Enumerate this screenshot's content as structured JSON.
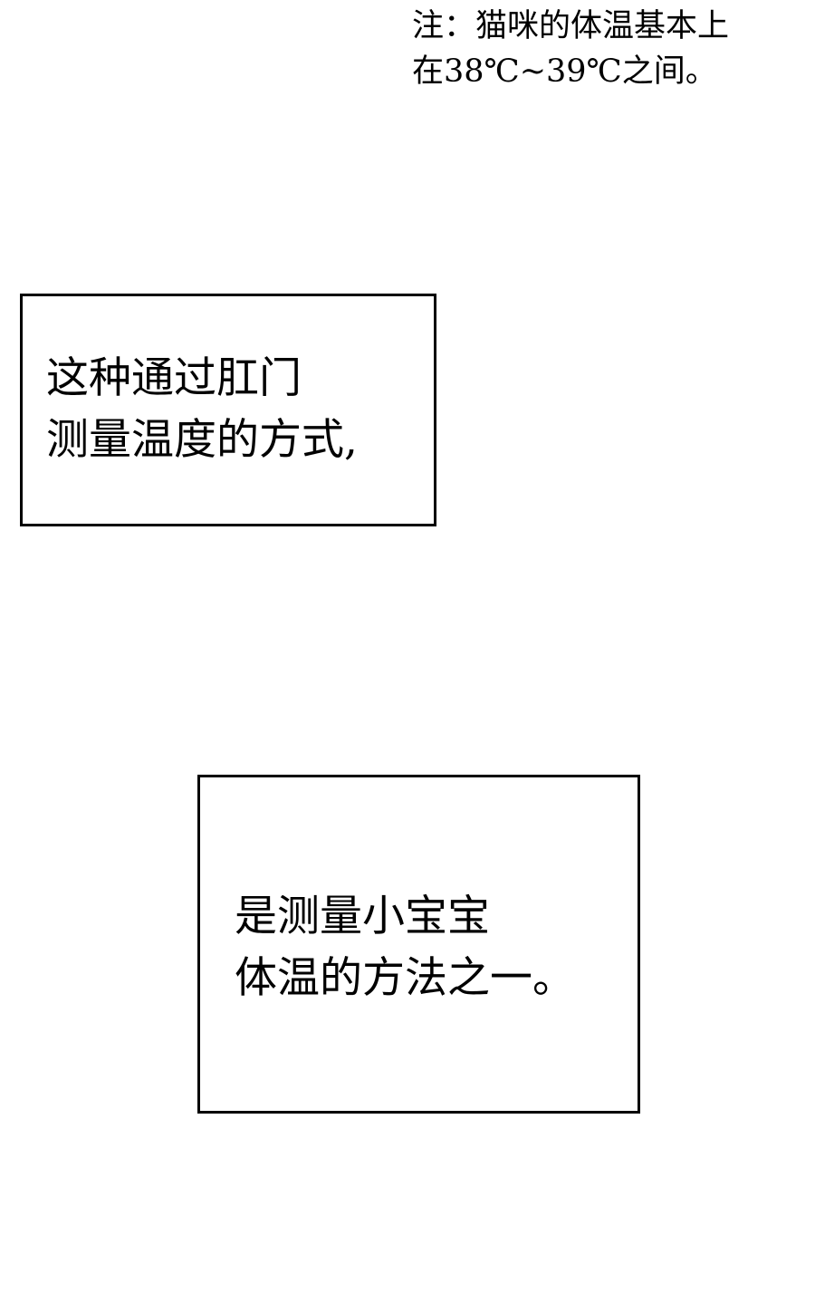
{
  "note": {
    "lines": [
      "注：猫咪的体温基本上",
      "在38℃~39℃之间。"
    ]
  },
  "panels": [
    {
      "lines": [
        "这种通过肛门",
        "测量温度的方式,"
      ]
    },
    {
      "lines": [
        "是测量小宝宝",
        "体温的方法之一。"
      ]
    }
  ],
  "colors": {
    "background": "#ffffff",
    "text": "#000000",
    "border": "#000000"
  }
}
